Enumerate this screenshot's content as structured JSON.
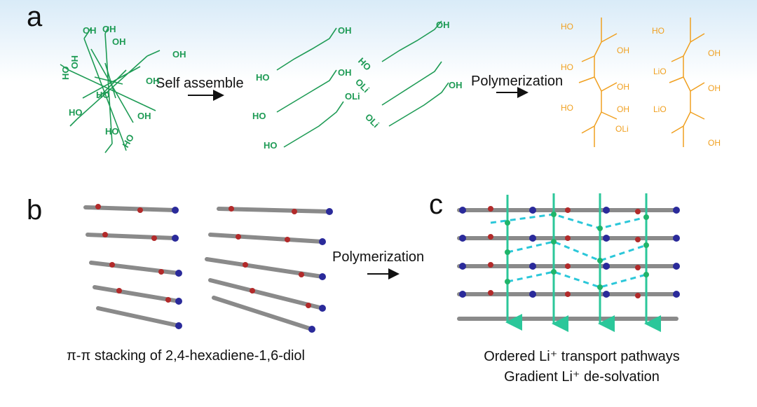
{
  "panels": {
    "a": "a",
    "b": "b",
    "c": "c"
  },
  "labels": {
    "self_assemble": "Self assemble",
    "polymerization_a": "Polymerization",
    "polymerization_bc": "Polymerization"
  },
  "captions": {
    "b": "π-π stacking of 2,4-hexadiene-1,6-diol",
    "c_line1": "Ordered Li⁺ transport pathways",
    "c_line2": "Gradient Li⁺ de-solvation"
  },
  "colors": {
    "monomer_green": "#1e9b55",
    "polymer_orange": "#f0a020",
    "carbon_gray": "#8a8a8a",
    "oxygen_red": "#b22a2a",
    "lithium_blue": "#2a2a9a",
    "pathway_teal": "#2bc79a"
  }
}
